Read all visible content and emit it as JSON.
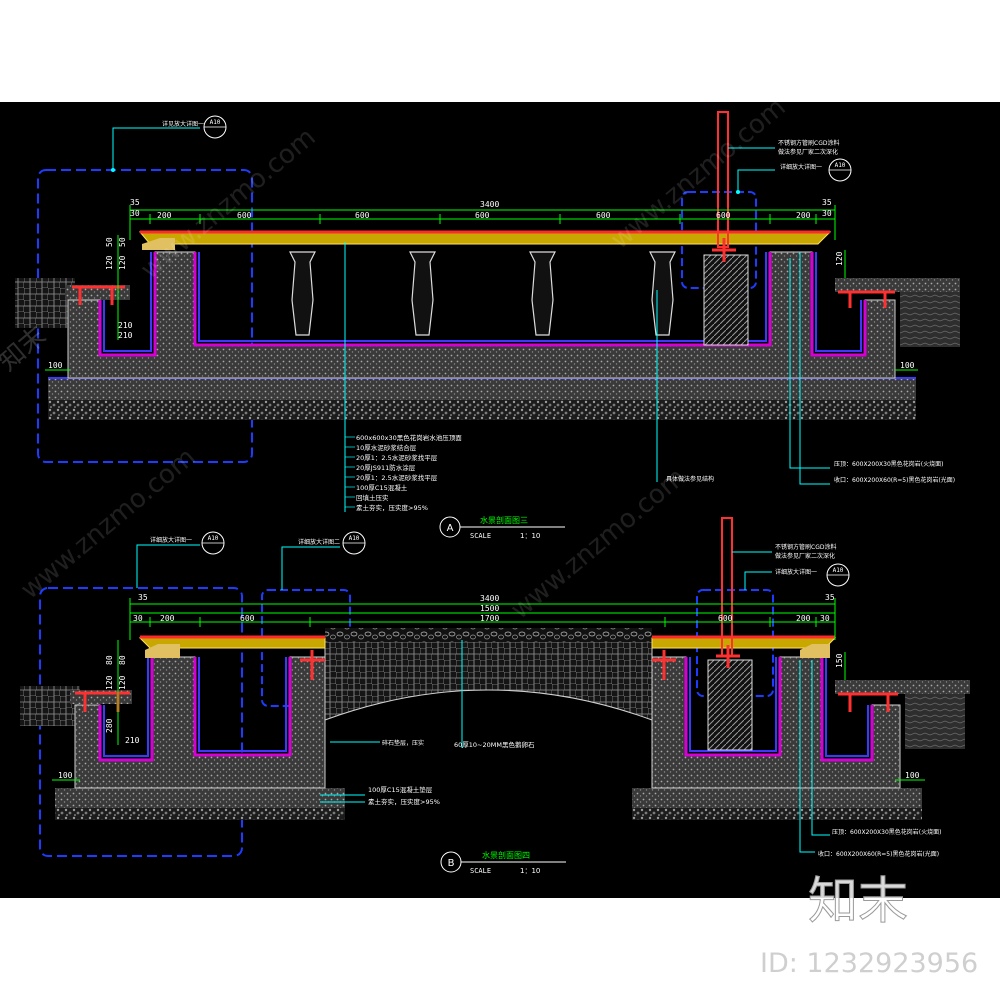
{
  "section_a": {
    "marker": "A",
    "title": "水景剖面图三",
    "scale_label": "SCALE",
    "scale_value": "1：10",
    "dims_top": [
      "3400"
    ],
    "dims_mid": [
      "35",
      "30",
      "200",
      "600",
      "600",
      "600",
      "600",
      "600",
      "200",
      "35",
      "30"
    ],
    "dims_vert_left": [
      "120",
      "50",
      "120",
      "50",
      "210",
      "210"
    ],
    "dims_right": [
      "120"
    ],
    "dims_base": [
      "100",
      "100"
    ],
    "leaders_top": [
      "详见放大详图一",
      "详细放大详图一",
      "不锈钢方管刷CGD涂料",
      "做法参见厂家二次深化"
    ],
    "detail_refs": [
      "A10",
      "A10"
    ],
    "spec_list": [
      "600x600x30黑色花岗岩水池压顶面",
      "10厚水泥砂浆结合层",
      "20厚1：2.5水泥砂浆找平层",
      "20厚JS911防水涂层",
      "20厚1：2.5水泥砂浆找平层",
      "100厚C15混凝土",
      "回填土压实",
      "素土夯实，压实度>95%"
    ],
    "callout_mid": "具体做法参见结构",
    "callout_right_1": "压顶：600X200X30黑色花岗岩(火烧面)",
    "callout_right_2": "收口：600X200X60(R=5)黑色花岗岩(光面)"
  },
  "section_b": {
    "marker": "B",
    "title": "水景剖面图四",
    "scale_label": "SCALE",
    "scale_value": "1：10",
    "dims_top": [
      "3400"
    ],
    "dims_mid": [
      "35",
      "30",
      "200",
      "600",
      "1500",
      "1700",
      "600",
      "200",
      "30",
      "35"
    ],
    "dims_vert_left": [
      "120",
      "80",
      "120",
      "80",
      "280",
      "210"
    ],
    "dims_right": [
      "150"
    ],
    "dims_base": [
      "100",
      "100"
    ],
    "leaders_top": [
      "详细放大详图一",
      "详细放大详图二",
      "不锈钢方管刷CGD涂料",
      "做法参见厂家二次深化",
      "详细放大详图一"
    ],
    "detail_refs": [
      "A10",
      "A10",
      "A10"
    ],
    "callout_mid": "60厚10~20MM黑色鹅卵石",
    "callout_left_a": "碎石垫层，压实",
    "spec_list": [
      "100厚C15混凝土垫层",
      "素土夯实，压实度>95%"
    ],
    "callout_right_1": "压顶：600X200X30黑色花岗岩(火烧面)",
    "callout_right_2": "收口：600X200X60(R=5)黑色花岗岩(光面)"
  },
  "watermark": {
    "diagonal": "www.znzmo.com",
    "brand": "知末",
    "id": "ID: 1232923956",
    "left_edge": "知末"
  },
  "colors": {
    "background": "#000000",
    "concrete": "#8c8c8c",
    "waterproof": "#d400d4",
    "insulation": "#3a3aff",
    "dimension": "#00ff00",
    "coping": "#ff2a2a",
    "leader": "#00ffff",
    "detail_box": "#1e3cff",
    "label": "#ffffff",
    "title": "#00ff00"
  }
}
